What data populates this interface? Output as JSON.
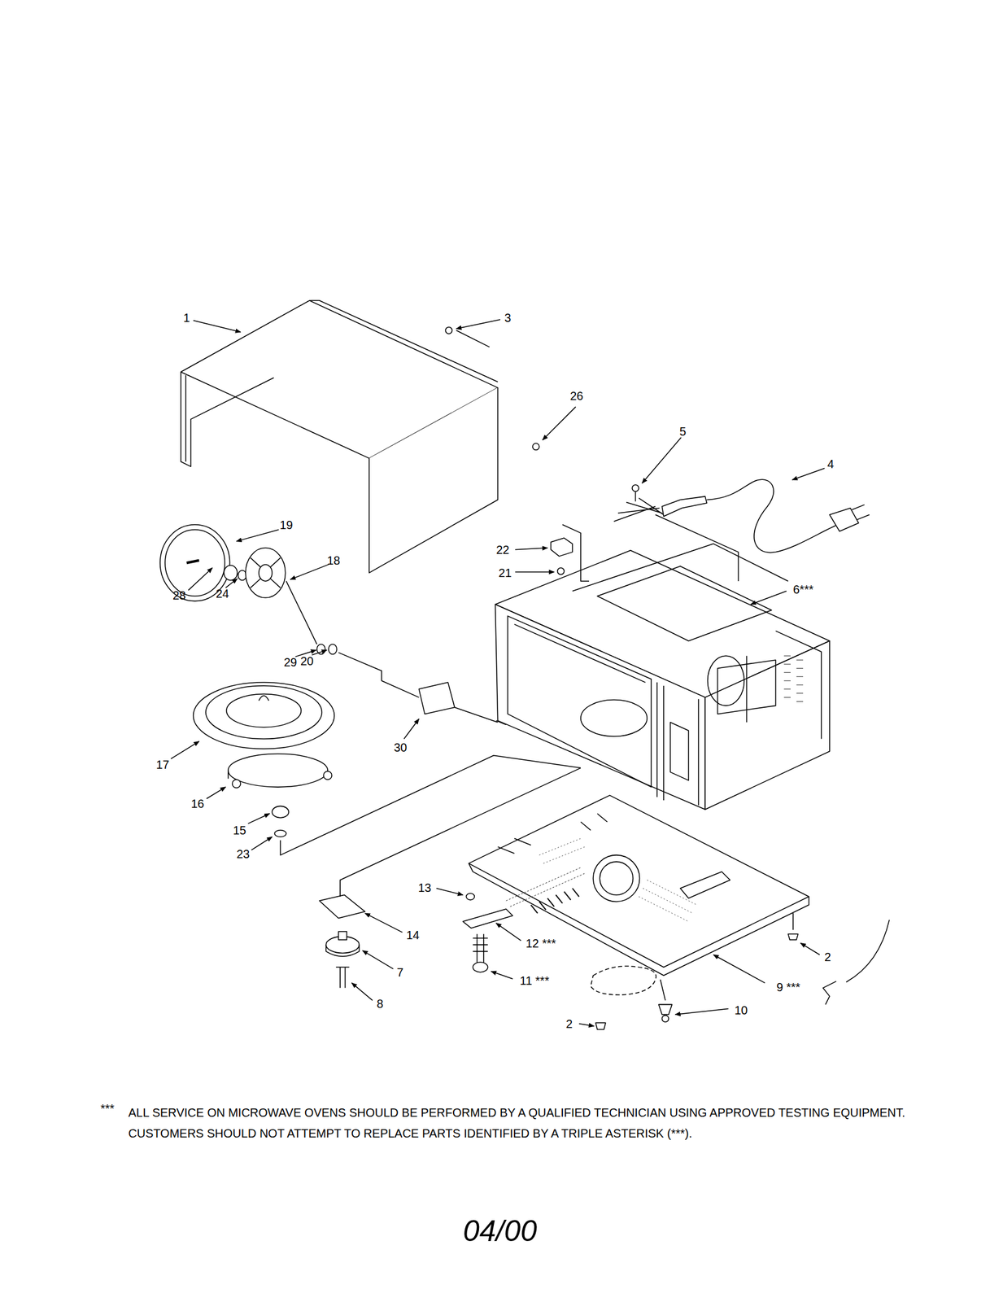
{
  "diagram": {
    "labels": [
      "1",
      "3",
      "26",
      "5",
      "4",
      "19",
      "18",
      "22",
      "21",
      "6***",
      "28",
      "24",
      "29",
      "20",
      "17",
      "30",
      "16",
      "15",
      "23",
      "13",
      "14",
      "12 ***",
      "7",
      "11 ***",
      "9 ***",
      "2",
      "8",
      "10",
      "2",
      "***",
      "ALL SERVICE ON MICROWAVE OVENS SHOULD BE PERFORMED BY A QUALIFIED TECHNICIAN USING APPROVED TESTING EQUIPMENT. CUSTOMERS SHOULD NOT ATTEMPT TO REPLACE PARTS IDENTIFIED BY A TRIPLE ASTERISK (***).",
      "04/00"
    ]
  }
}
